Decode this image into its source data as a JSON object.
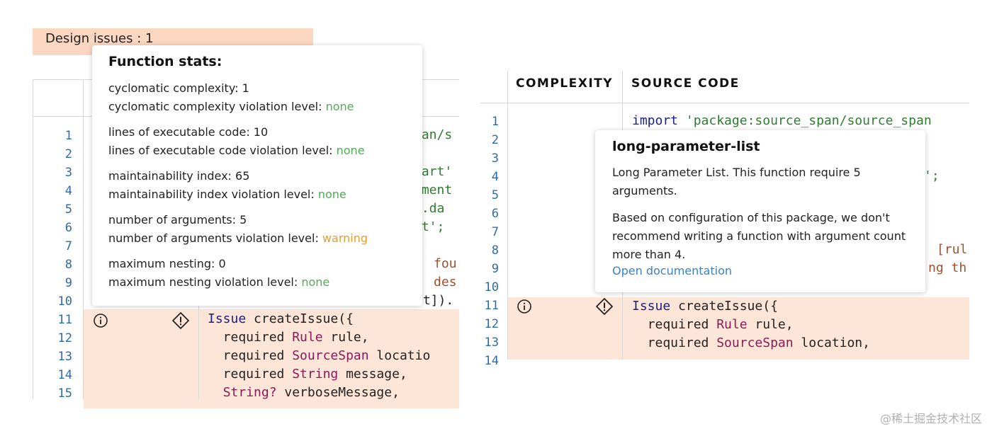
{
  "left": {
    "badge": "Design issues : 1",
    "line_numbers": [
      "1",
      "2",
      "3",
      "4",
      "5",
      "6",
      "7",
      "8",
      "9",
      "10",
      "11",
      "12",
      "13",
      "14",
      "15"
    ],
    "code_fragments": {
      "l1": "oan/s",
      "l3": "lart'",
      "l4": "ement",
      "l5": "y.da",
      "l6": "rt';",
      "l8": "fou",
      "l9": "des",
      "l10": "nt]).",
      "l11_kw": "Issue",
      "l11_rest": " createIssue({",
      "l12_a": "  required ",
      "l12_t": "Rule",
      "l12_b": " rule,",
      "l13_a": "  required ",
      "l13_t": "SourceSpan",
      "l13_b": " locatio",
      "l14_a": "  required ",
      "l14_t": "String",
      "l14_b": " message,",
      "l15_a": "  ",
      "l15_t": "String?",
      "l15_b": " verboseMessage,"
    },
    "popup": {
      "title": "Function stats:",
      "groups": [
        {
          "metric": "cyclomatic complexity: 1",
          "violation_label": "cyclomatic complexity violation level: ",
          "violation_value": "none"
        },
        {
          "metric": "lines of executable code: 10",
          "violation_label": "lines of executable code violation level: ",
          "violation_value": "none"
        },
        {
          "metric": "maintainability index: 65",
          "violation_label": "maintainability index violation level: ",
          "violation_value": "none"
        },
        {
          "metric": "number of arguments: 5",
          "violation_label": "number of arguments violation level: ",
          "violation_value": "warning"
        },
        {
          "metric": "maximum nesting: 0",
          "violation_label": "maximum nesting violation level: ",
          "violation_value": "none"
        }
      ]
    }
  },
  "right": {
    "col_complexity": "COMPLEXITY",
    "col_source": "SOURCE CODE",
    "line_numbers": [
      "1",
      "2",
      "3",
      "4",
      "5",
      "6",
      "7",
      "8",
      "9",
      "10",
      "11",
      "12",
      "13",
      "14"
    ],
    "code": {
      "l1_kw": "import",
      "l1_str": " 'package:source_span/source_span",
      "l4": "';",
      "l8": "[rul",
      "l9": "ng th",
      "l11_kw": "Issue",
      "l11_rest": " createIssue({",
      "l12_a": "  required ",
      "l12_t": "Rule",
      "l12_b": " rule,",
      "l13_a": "  required ",
      "l13_t": "SourceSpan",
      "l13_b": " location,"
    },
    "popup": {
      "title": "long-parameter-list",
      "para1": "Long Parameter List. This function require 5 arguments.",
      "para2": "Based on configuration of this package, we don't recommend writing a function with argument count more than 4.",
      "link": "Open documentation"
    }
  },
  "icons": {
    "info": "info-circle-icon",
    "warning": "warning-diamond-icon"
  },
  "colors": {
    "highlight": "#fde5d8",
    "badge": "#fcd7c1",
    "none_level": "#4caf50",
    "warning_level": "#e0a030",
    "link": "#3b82c4",
    "line_number": "#2b6cb0"
  },
  "watermark": "@稀土掘金技术社区"
}
